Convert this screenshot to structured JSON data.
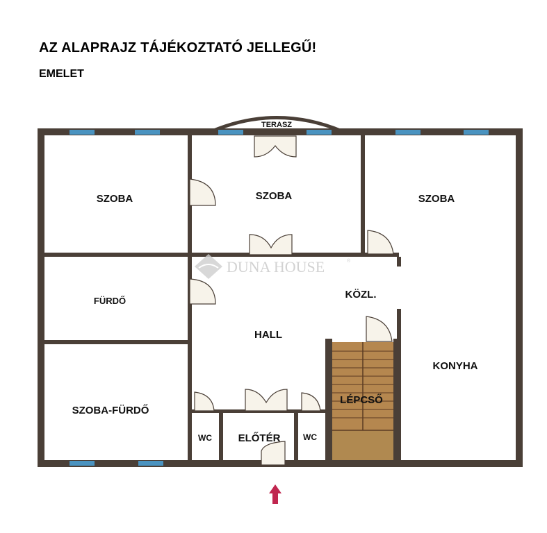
{
  "header": {
    "title": "AZ ALAPRAJZ TÁJÉKOZTATÓ JELLEGŰ!",
    "floor": "EMELET"
  },
  "watermark": {
    "brand": "DUNA HOUSE",
    "registered": "®"
  },
  "rooms": {
    "terasz": "TERASZ",
    "szoba_left": "SZOBA",
    "szoba_middle": "SZOBA",
    "szoba_right": "SZOBA",
    "furdo": "FÜRDŐ",
    "hall": "HALL",
    "kozl": "KÖZL.",
    "szoba_furdo": "SZOBA-FÜRDŐ",
    "lepcso": "LÉPCSŐ",
    "konyha": "KONYHA",
    "wc_left": "WC",
    "eloter": "ELŐTÉR",
    "wc_right": "WC"
  },
  "colors": {
    "wall": "#4a3f37",
    "window": "#4a93c0",
    "door_fill": "#f7f3ea",
    "stairs": "#b5874f",
    "entrance_arrow": "#c0264f",
    "watermark": "#c8c8c8"
  },
  "entrance": {
    "icon": "up-arrow"
  }
}
